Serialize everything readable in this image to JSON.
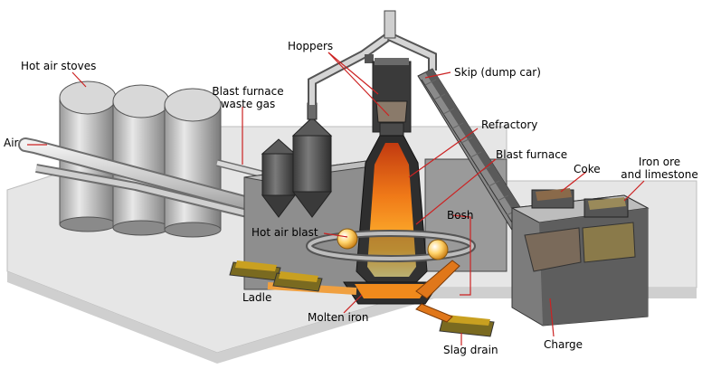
{
  "labels": {
    "hot_air_stoves": "Hot air stoves",
    "air": "Air",
    "waste_gas_line1": "Blast furnace",
    "waste_gas_line2": "waste gas",
    "hoppers": "Hoppers",
    "skip": "Skip (dump car)",
    "refractory": "Refractory",
    "blast_furnace": "Blast furnace",
    "coke": "Coke",
    "ore_line1": "Iron ore",
    "ore_line2": "and limestone",
    "bosh": "Bosh",
    "hot_air_blast": "Hot air blast",
    "ladle": "Ladle",
    "molten_iron": "Molten iron",
    "slag_drain": "Slag drain",
    "charge": "Charge"
  },
  "colors": {
    "leader": "#cc2222",
    "steel_light": "#c9c9c9",
    "steel_dark": "#4a4a4a",
    "base_slab": "#e6e6e6",
    "molten": "#f08a1c"
  }
}
